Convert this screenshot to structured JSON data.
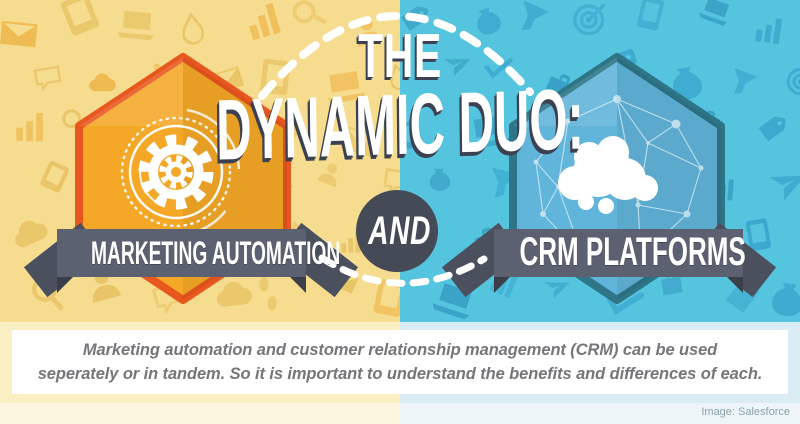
{
  "header": {
    "the": "THE",
    "main": "DYNAMIC DUO:"
  },
  "left_panel": {
    "banner_label": "MARKETING AUTOMATION",
    "emblem_icon": "gear-icon"
  },
  "right_panel": {
    "banner_label": "CRM PLATFORMS",
    "emblem_icon": "salesforce-cloud-icon"
  },
  "connector_label": "AND",
  "description": {
    "line1": "Marketing automation and customer relationship management (CRM) can be used",
    "line2": "seperately or in tandem. So it is important to understand the benefits and differences of each."
  },
  "credit": "Image: Salesforce",
  "colors": {
    "left_bg": "#F6DC8E",
    "left_pattern": "#E4BC57",
    "right_bg": "#55C4DE",
    "right_pattern": "#33A0CA",
    "left_hex_fill": "#F5A827",
    "left_hex_border": "#E8571E",
    "right_hex_fill": "#61B5DB",
    "right_hex_border": "#2D7587",
    "ribbon": "#5B6170",
    "ribbon_tail": "#4A505E",
    "ribbon_fold": "#3A3F4A",
    "and_circle": "#454A57",
    "title_shadow": "#3B4150",
    "band_left": "#FAEFC3",
    "band_right": "#D9ECF3",
    "description_text": "#76767A",
    "credit_text": "#8DA0AB"
  },
  "pattern": {
    "left_icons": [
      "envelope-icon",
      "tablet-icon",
      "laptop-icon",
      "waterdrop-icon",
      "bar-chart-icon",
      "magnifier-icon",
      "person-icon",
      "speech-bubble-icon",
      "cloud-icon",
      "footprints-icon"
    ],
    "right_icons": [
      "price-tag-icon",
      "money-bag-icon",
      "funnel-icon",
      "target-icon",
      "phone-icon",
      "laptop-icon",
      "bar-chart-icon",
      "paper-plane-icon",
      "checkmark-icon",
      "briefcase-icon"
    ]
  }
}
